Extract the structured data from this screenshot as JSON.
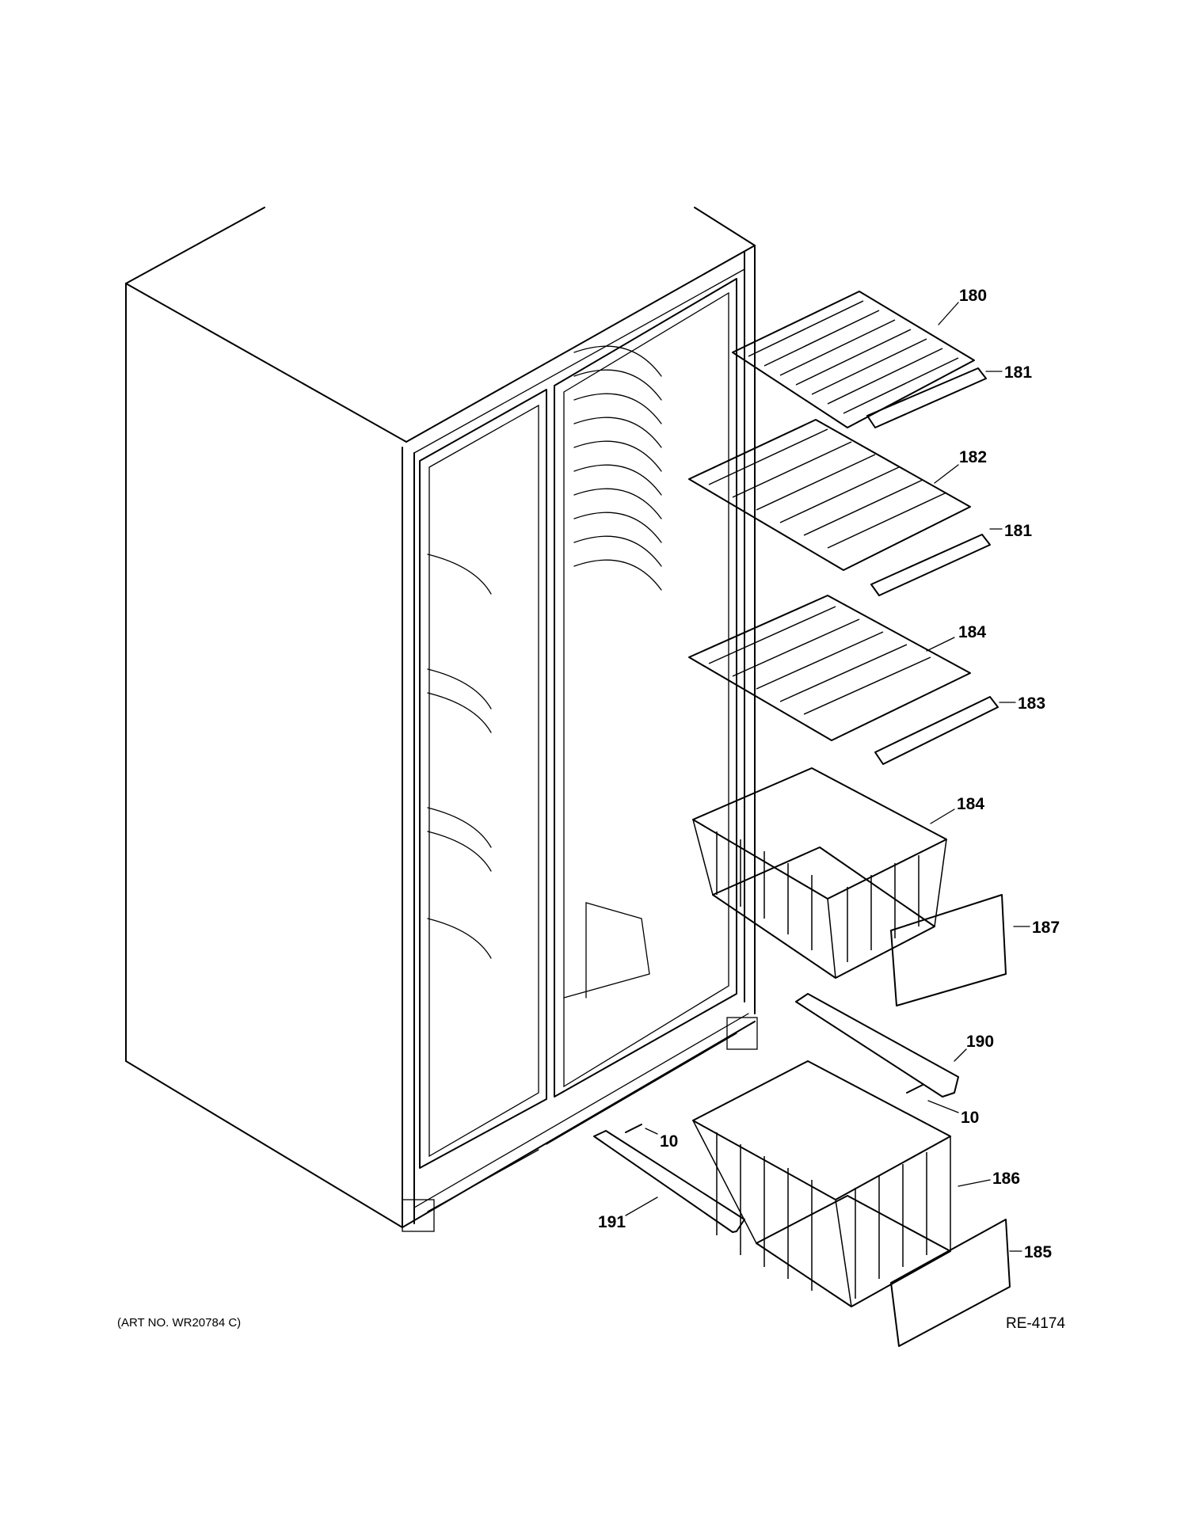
{
  "callouts": {
    "c180": "180",
    "c181a": "181",
    "c182": "182",
    "c181b": "181",
    "c184a": "184",
    "c183": "183",
    "c184b": "184",
    "c187": "187",
    "c190": "190",
    "c10a": "10",
    "c10b": "10",
    "c191": "191",
    "c186": "186",
    "c185": "185"
  },
  "footer": {
    "art_no": "(ART NO. WR20784 C)",
    "ref": "RE-4174"
  }
}
